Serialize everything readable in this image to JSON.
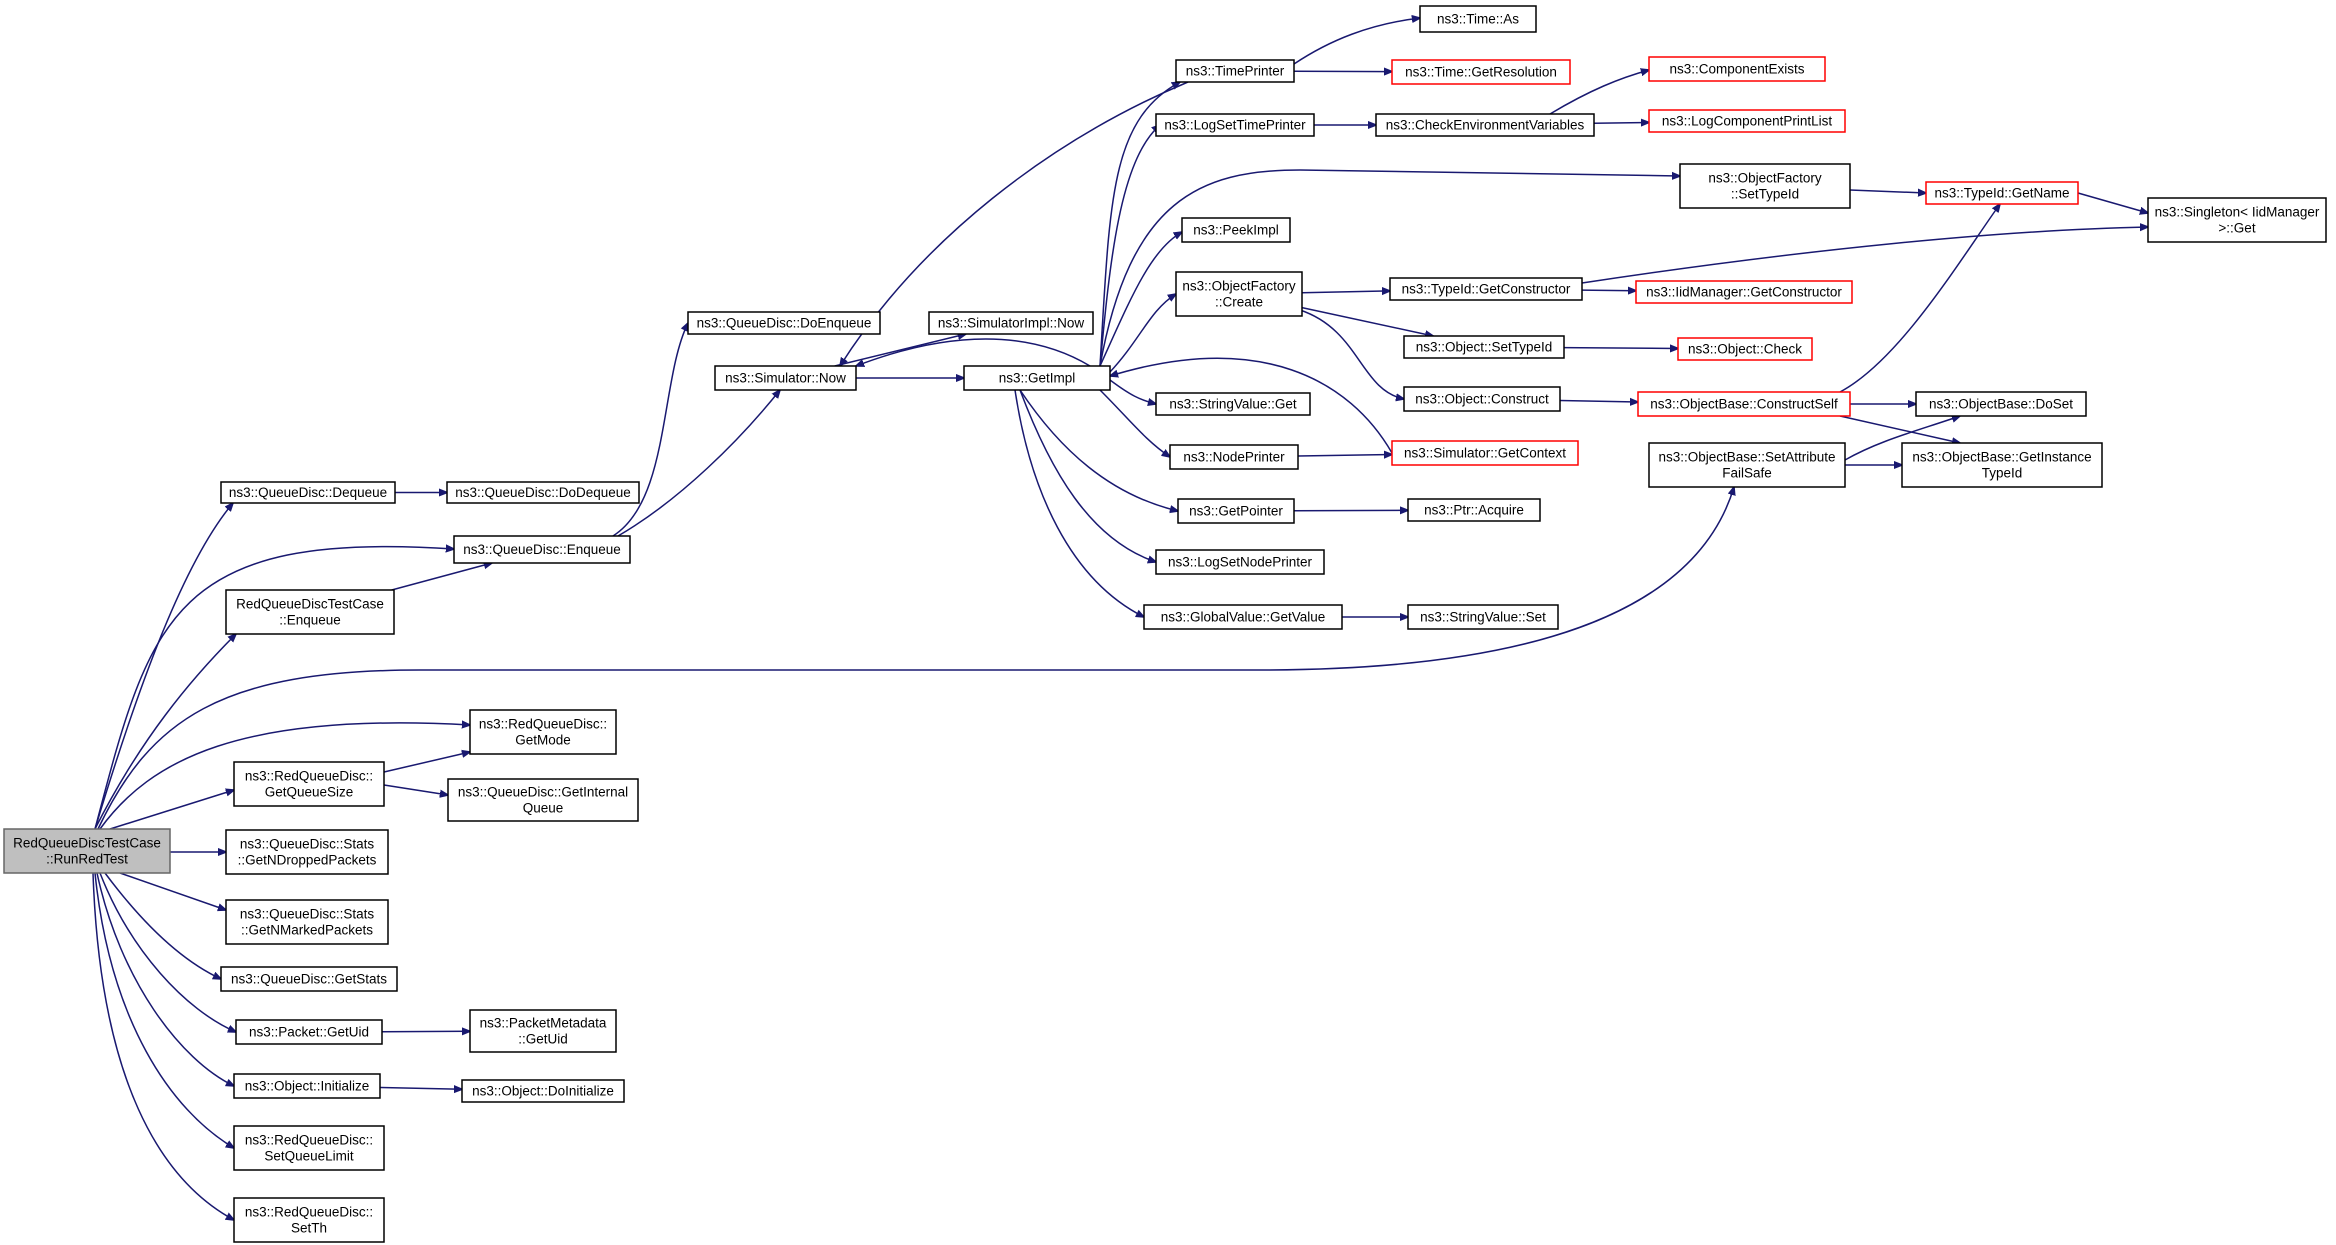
{
  "diagram": {
    "type": "call-graph",
    "colors": {
      "edge": "#191970",
      "box_border": "#000000",
      "missing_border": "#ff0000",
      "root_fill": "#bfbfbf"
    },
    "nodes": [
      {
        "id": "root",
        "lines": [
          "RedQueueDiscTestCase",
          "::RunRedTest"
        ],
        "style": "root"
      },
      {
        "id": "qd_dequeue",
        "lines": [
          "ns3::QueueDisc::Dequeue"
        ]
      },
      {
        "id": "qd_dodequeue",
        "lines": [
          "ns3::QueueDisc::DoDequeue"
        ]
      },
      {
        "id": "qd_enqueue",
        "lines": [
          "ns3::QueueDisc::Enqueue"
        ]
      },
      {
        "id": "redtc_enqueue",
        "lines": [
          "RedQueueDiscTestCase",
          "::Enqueue"
        ]
      },
      {
        "id": "qd_doenqueue",
        "lines": [
          "ns3::QueueDisc::DoEnqueue"
        ]
      },
      {
        "id": "sim_now",
        "lines": [
          "ns3::Simulator::Now"
        ]
      },
      {
        "id": "simimpl_now",
        "lines": [
          "ns3::SimulatorImpl::Now"
        ]
      },
      {
        "id": "getimpl",
        "lines": [
          "ns3::GetImpl"
        ]
      },
      {
        "id": "timeprinter",
        "lines": [
          "ns3::TimePrinter"
        ]
      },
      {
        "id": "time_as",
        "lines": [
          "ns3::Time::As"
        ]
      },
      {
        "id": "time_getres",
        "lines": [
          "ns3::Time::GetResolution"
        ],
        "style": "red"
      },
      {
        "id": "logsettp",
        "lines": [
          "ns3::LogSetTimePrinter"
        ]
      },
      {
        "id": "checkenv",
        "lines": [
          "ns3::CheckEnvironmentVariables"
        ]
      },
      {
        "id": "compexists",
        "lines": [
          "ns3::ComponentExists"
        ],
        "style": "red"
      },
      {
        "id": "logcompprint",
        "lines": [
          "ns3::LogComponentPrintList"
        ],
        "style": "red"
      },
      {
        "id": "of_settypeid",
        "lines": [
          "ns3::ObjectFactory",
          "::SetTypeId"
        ]
      },
      {
        "id": "typeid_getname",
        "lines": [
          "ns3::TypeId::GetName"
        ],
        "style": "red"
      },
      {
        "id": "singleton_get",
        "lines": [
          "ns3::Singleton< IidManager",
          ">::Get"
        ]
      },
      {
        "id": "peekimpl",
        "lines": [
          "ns3::PeekImpl"
        ]
      },
      {
        "id": "of_create",
        "lines": [
          "ns3::ObjectFactory",
          "::Create"
        ]
      },
      {
        "id": "typeid_getctor",
        "lines": [
          "ns3::TypeId::GetConstructor"
        ]
      },
      {
        "id": "iidmgr_getctor",
        "lines": [
          "ns3::IidManager::GetConstructor"
        ],
        "style": "red"
      },
      {
        "id": "obj_settypeid",
        "lines": [
          "ns3::Object::SetTypeId"
        ]
      },
      {
        "id": "obj_check",
        "lines": [
          "ns3::Object::Check"
        ],
        "style": "red"
      },
      {
        "id": "obj_construct",
        "lines": [
          "ns3::Object::Construct"
        ]
      },
      {
        "id": "ob_constructself",
        "lines": [
          "ns3::ObjectBase::ConstructSelf"
        ],
        "style": "red"
      },
      {
        "id": "ob_doset",
        "lines": [
          "ns3::ObjectBase::DoSet"
        ]
      },
      {
        "id": "ob_setattr",
        "lines": [
          "ns3::ObjectBase::SetAttribute",
          "FailSafe"
        ]
      },
      {
        "id": "ob_getinst",
        "lines": [
          "ns3::ObjectBase::GetInstance",
          "TypeId"
        ]
      },
      {
        "id": "stringvalue_get",
        "lines": [
          "ns3::StringValue::Get"
        ]
      },
      {
        "id": "nodeprinter",
        "lines": [
          "ns3::NodePrinter"
        ]
      },
      {
        "id": "sim_getcontext",
        "lines": [
          "ns3::Simulator::GetContext"
        ],
        "style": "red"
      },
      {
        "id": "getpointer",
        "lines": [
          "ns3::GetPointer"
        ]
      },
      {
        "id": "ptr_acquire",
        "lines": [
          "ns3::Ptr::Acquire"
        ]
      },
      {
        "id": "logsetnp",
        "lines": [
          "ns3::LogSetNodePrinter"
        ]
      },
      {
        "id": "gv_getvalue",
        "lines": [
          "ns3::GlobalValue::GetValue"
        ]
      },
      {
        "id": "stringvalue_set",
        "lines": [
          "ns3::StringValue::Set"
        ]
      },
      {
        "id": "rqd_getmode",
        "lines": [
          "ns3::RedQueueDisc::",
          "GetMode"
        ]
      },
      {
        "id": "rqd_getqsize",
        "lines": [
          "ns3::RedQueueDisc::",
          "GetQueueSize"
        ]
      },
      {
        "id": "qd_getinternal",
        "lines": [
          "ns3::QueueDisc::GetInternal",
          "Queue"
        ]
      },
      {
        "id": "stats_dropped",
        "lines": [
          "ns3::QueueDisc::Stats",
          "::GetNDroppedPackets"
        ]
      },
      {
        "id": "stats_marked",
        "lines": [
          "ns3::QueueDisc::Stats",
          "::GetNMarkedPackets"
        ]
      },
      {
        "id": "qd_getstats",
        "lines": [
          "ns3::QueueDisc::GetStats"
        ]
      },
      {
        "id": "packet_getuid",
        "lines": [
          "ns3::Packet::GetUid"
        ]
      },
      {
        "id": "pm_getuid",
        "lines": [
          "ns3::PacketMetadata",
          "::GetUid"
        ]
      },
      {
        "id": "obj_initialize",
        "lines": [
          "ns3::Object::Initialize"
        ]
      },
      {
        "id": "obj_doinit",
        "lines": [
          "ns3::Object::DoInitialize"
        ]
      },
      {
        "id": "rqd_setqlimit",
        "lines": [
          "ns3::RedQueueDisc::",
          "SetQueueLimit"
        ]
      },
      {
        "id": "rqd_setth",
        "lines": [
          "ns3::RedQueueDisc::",
          "SetTh"
        ]
      }
    ],
    "edges": [
      [
        "root",
        "qd_dequeue"
      ],
      [
        "root",
        "qd_enqueue"
      ],
      [
        "root",
        "redtc_enqueue"
      ],
      [
        "root",
        "ob_setattr"
      ],
      [
        "root",
        "rqd_getmode"
      ],
      [
        "root",
        "rqd_getqsize"
      ],
      [
        "root",
        "stats_dropped"
      ],
      [
        "root",
        "stats_marked"
      ],
      [
        "root",
        "qd_getstats"
      ],
      [
        "root",
        "packet_getuid"
      ],
      [
        "root",
        "obj_initialize"
      ],
      [
        "root",
        "rqd_setqlimit"
      ],
      [
        "root",
        "rqd_setth"
      ],
      [
        "qd_dequeue",
        "qd_dodequeue"
      ],
      [
        "redtc_enqueue",
        "qd_enqueue"
      ],
      [
        "qd_enqueue",
        "qd_doenqueue"
      ],
      [
        "qd_enqueue",
        "sim_now"
      ],
      [
        "sim_now",
        "simimpl_now"
      ],
      [
        "sim_now",
        "getimpl"
      ],
      [
        "getimpl",
        "sim_now"
      ],
      [
        "getimpl",
        "timeprinter"
      ],
      [
        "getimpl",
        "logsettp"
      ],
      [
        "getimpl",
        "of_settypeid"
      ],
      [
        "getimpl",
        "peekimpl"
      ],
      [
        "getimpl",
        "of_create"
      ],
      [
        "getimpl",
        "stringvalue_get"
      ],
      [
        "getimpl",
        "nodeprinter"
      ],
      [
        "getimpl",
        "getpointer"
      ],
      [
        "getimpl",
        "logsetnp"
      ],
      [
        "getimpl",
        "gv_getvalue"
      ],
      [
        "sim_getcontext",
        "getimpl"
      ],
      [
        "timeprinter",
        "time_as"
      ],
      [
        "timeprinter",
        "time_getres"
      ],
      [
        "timeprinter",
        "sim_now"
      ],
      [
        "logsettp",
        "checkenv"
      ],
      [
        "checkenv",
        "compexists"
      ],
      [
        "checkenv",
        "logcompprint"
      ],
      [
        "of_settypeid",
        "typeid_getname"
      ],
      [
        "typeid_getname",
        "singleton_get"
      ],
      [
        "of_create",
        "typeid_getctor"
      ],
      [
        "of_create",
        "obj_settypeid"
      ],
      [
        "of_create",
        "obj_construct"
      ],
      [
        "typeid_getctor",
        "iidmgr_getctor"
      ],
      [
        "typeid_getctor",
        "singleton_get"
      ],
      [
        "obj_settypeid",
        "obj_check"
      ],
      [
        "obj_construct",
        "ob_constructself"
      ],
      [
        "ob_constructself",
        "typeid_getname"
      ],
      [
        "ob_constructself",
        "ob_doset"
      ],
      [
        "ob_constructself",
        "ob_getinst"
      ],
      [
        "ob_setattr",
        "ob_doset"
      ],
      [
        "ob_setattr",
        "ob_getinst"
      ],
      [
        "nodeprinter",
        "sim_getcontext"
      ],
      [
        "getpointer",
        "ptr_acquire"
      ],
      [
        "gv_getvalue",
        "stringvalue_set"
      ],
      [
        "rqd_getqsize",
        "rqd_getmode"
      ],
      [
        "rqd_getqsize",
        "qd_getinternal"
      ],
      [
        "packet_getuid",
        "pm_getuid"
      ],
      [
        "obj_initialize",
        "obj_doinit"
      ]
    ]
  }
}
